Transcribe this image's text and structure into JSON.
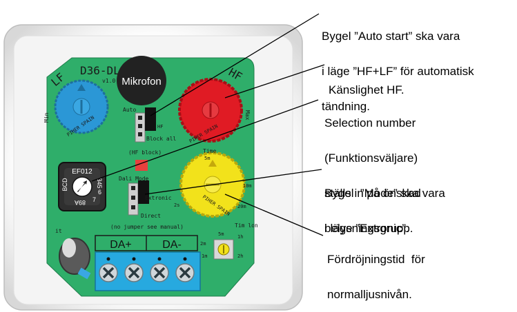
{
  "board": {
    "model": "D36-DL",
    "version": "v1.0",
    "mic_label": "Mikrofon",
    "lf_label": "LF",
    "hf_label": "HF",
    "pot_label": "PIHER SPAIN",
    "min": "Min",
    "max": "Max",
    "auto": "Auto",
    "auto_hf": "HF",
    "block_all": "Block all",
    "hf_block": "(HF block)",
    "dali": "Dali",
    "mode": "Mode",
    "extronic": "Extronic",
    "direct": "Direct",
    "no_jumper": "(no jumper see manual)",
    "time_label": "Time",
    "time_5m": "5m",
    "time_10m": "10m",
    "time_20m": "20m",
    "time_2s": "2s",
    "timlon": "Tim lon",
    "dial_top": "EF012",
    "dial_right": "345",
    "dial_left": "BCD",
    "dial_bottom": "89A",
    "dial_6": "6",
    "dial_7": "7",
    "small_5m": "5m",
    "small_1h": "1h",
    "small_2m": "2m",
    "small_1m": "1m",
    "small_2h": "2h",
    "da_plus": "DA+",
    "da_minus": "DA-",
    "left_edge": "it"
  },
  "callouts": {
    "auto_start": [
      "Bygel ”Auto start” ska vara",
      "i läge ”HF+LF” för automatisk",
      "tändning."
    ],
    "sensitivity": [
      "Känslighet HF."
    ],
    "selection": [
      "Selection number",
      "(Funktionsväljare)",
      "ställs in på önskad",
      "belysningsgrupp."
    ],
    "mode": [
      "Bygel  ”Mode” ska vara",
      "i läge ”Extronic”."
    ],
    "delay": [
      "Fördröjningstid  för",
      "normalljusnivån."
    ]
  },
  "colors": {
    "pcb": "#2fae6a",
    "lf_pot": "#2b97d6",
    "hf_pot": "#e01b24",
    "time_pot": "#f2e21b",
    "terminal": "#27a9df",
    "jumper_red": "#e8403e",
    "mic": "#222222"
  }
}
